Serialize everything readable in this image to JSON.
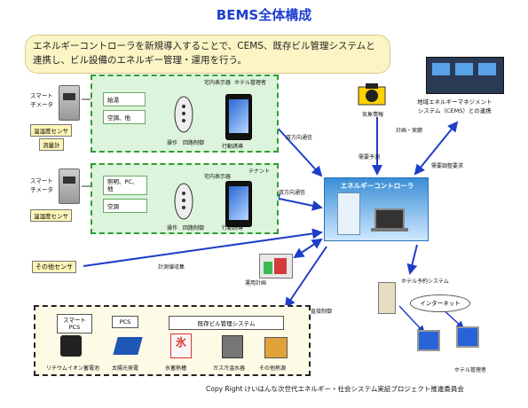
{
  "title": "BEMS全体構成",
  "intro_text": "エネルギーコントローラを新規導入することで、CEMS、既存ビル管理システムと連携し、ビル設備のエネルギー管理・運用を行う。",
  "hotel_owner_section": {
    "smart_meter": "スマート\n子メータ",
    "sensor": "温湿度センサ",
    "flow_meter": "流量計",
    "device_1": "給湯",
    "device_2": "空調、他",
    "display_label": "宅内表示器",
    "owner_label": "ホテル管理者",
    "op_label": "操作　回路制御",
    "guide_label": "行動誘導",
    "comm_label": "双方向通信"
  },
  "tenant_section": {
    "smart_meter": "スマート\n子メータ",
    "sensor": "温湿度センサ",
    "device_1": "照明、PC、\n他",
    "device_2": "空調",
    "display_label": "宅内表示器",
    "tenant_label": "テナント",
    "op_label": "操作　回路制御",
    "guide_label": "行動誘導",
    "comm_label": "双方向通信"
  },
  "other_sensor": "その他センサ",
  "meas_collect": "計測値収集",
  "weather": "気象情報",
  "cems": "地域エネルギーマネジメント\nシステム（CEMS）との連携",
  "plan_actual": "計画・実績",
  "demand_forecast": "需要予測",
  "demand_adjust": "需要調整要求",
  "controller": "エネルギーコントローラ",
  "op_plan": "運用計画",
  "direct_control": "直接制御",
  "hotel_booking": "ホテル予約システム",
  "internet": "インターネット",
  "hotel_manager": "ホテル管理者",
  "bottom": {
    "smart_pcs": "スマート\nPCS",
    "pcs": "PCS",
    "existing_bms": "既存ビル管理システム",
    "items": [
      "リチウムイオン蓄電池",
      "太陽光発電",
      "氷蓄熱槽",
      "ガス冷温水器",
      "その他熱源"
    ]
  },
  "copyright": "Copy Right けいはんな次世代エネルギー・社会システム実証プロジェクト推進委員会",
  "colors": {
    "title": "#1d3fd0",
    "arrow": "#1e3ec8",
    "green_box": "#dcf4dc",
    "yellow_label": "#fff6b8"
  }
}
